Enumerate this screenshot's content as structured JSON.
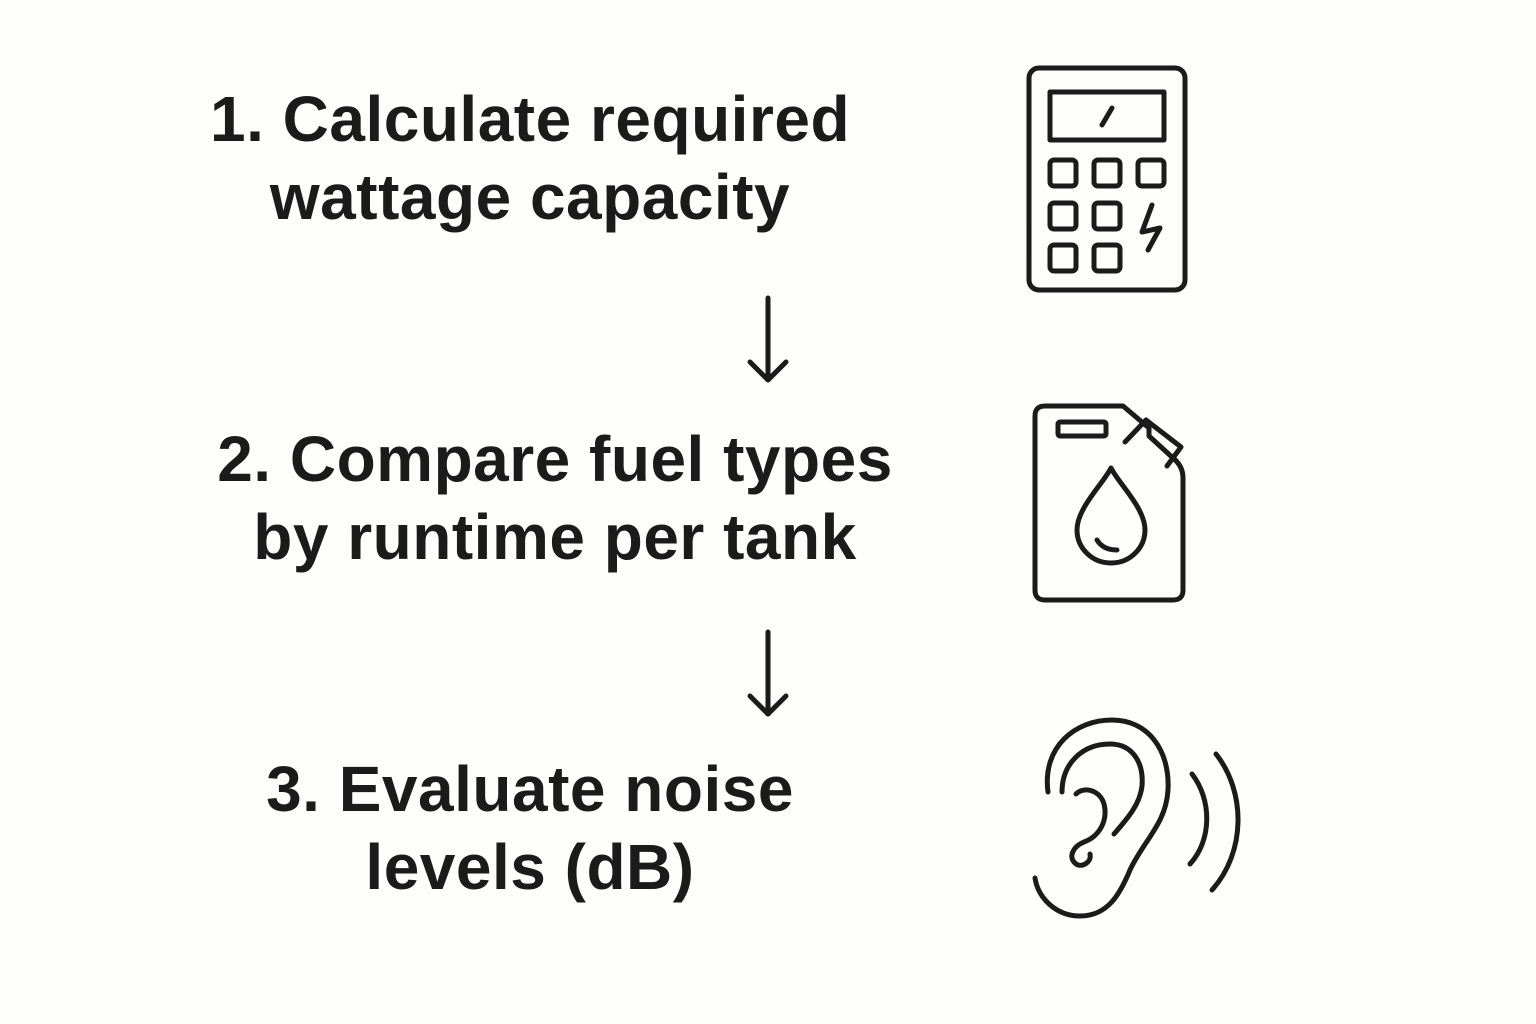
{
  "steps": [
    {
      "line1": "1. Calculate required",
      "line2": "wattage capacity",
      "icon": "calculator-icon"
    },
    {
      "line1": "2. Compare fuel types",
      "line2": "by runtime per tank",
      "icon": "fuel-can-icon"
    },
    {
      "line1": "3. Evaluate noise",
      "line2": "levels (dB)",
      "icon": "ear-sound-icon"
    }
  ],
  "connectors": [
    "down-arrow",
    "down-arrow"
  ],
  "colors": {
    "background": "#fdfdfc",
    "ink": "#1b1b1b"
  }
}
